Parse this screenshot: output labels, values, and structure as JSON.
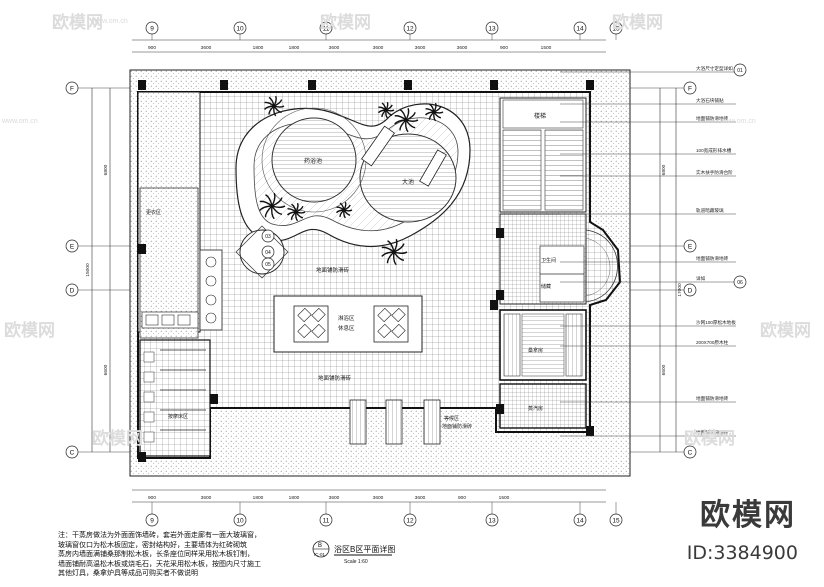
{
  "drawing": {
    "title": "浴区B区平面详图",
    "scale": "Scale  1:60",
    "tag_letter": "B",
    "tag_sheet": "IC-01"
  },
  "grid": {
    "cols_top": [
      "9",
      "10",
      "11",
      "12",
      "13",
      "14",
      "15"
    ],
    "rows_left": [
      "F",
      "E",
      "D",
      "C"
    ],
    "top_dims": [
      "900",
      "3600",
      "1800",
      "1800",
      "3600",
      "3600",
      "3600",
      "3600",
      "900",
      "1500"
    ],
    "bottom_dims": [
      "900",
      "3600",
      "1800",
      "1800",
      "3600",
      "3600",
      "3600",
      "900",
      "1500"
    ],
    "left_dims": [
      "6800",
      "6600"
    ],
    "left_total": "15000",
    "right_dims": [
      "6800",
      "6600"
    ],
    "right_total": "17000"
  },
  "rooms": {
    "pool_west": "药浴池",
    "pool_main": "大池",
    "stairs": "楼梯",
    "steam": "蒸汽房",
    "center": "地面铺防滑砖",
    "shower_area": "淋浴区",
    "rest": "休息区",
    "massage_area": "按摩床区",
    "toilet": "卫生间",
    "storage": "储藏",
    "sauna": "桑拿房",
    "corridor": "地面铺防滑砖",
    "west_area": "更衣区",
    "wait": "等候区",
    "tile_note": "地面铺防滑砖"
  },
  "right_callouts": [
    "大浴尺寸定型详如",
    "大浴石块铺贴",
    "地面铺防滑地砖",
    "100宽成形排水槽",
    "实木扶手防滑台阶",
    "轨道暗藏玻璃",
    "地面铺防滑地砖",
    "详如",
    "沙网100厚松木地板",
    "200X700原木柱",
    "地面铺防滑地砖",
    "地面铺防滑地砖"
  ],
  "detail_tags": [
    "01",
    "03",
    "04",
    "05",
    "06"
  ],
  "notes": [
    "注：干蒸房做法为外面面饰墙砖，套岩外面走廊有一面大玻璃窗，",
    "    玻璃窗仅口为松木板固定，密封结构好，主要墙体为红砖砌筑",
    "    蒸房内墙面满铺桑那制松木板，长条座位同样采用松木板钉制，",
    "    墙面铺耐高温松木板或烧毛石，天花采用松木板，按图内尺寸施工",
    "    其他灯具，桑拿炉具等成品可购买者不做说明"
  ],
  "watermark": {
    "brand": "欧模网",
    "id": "ID:3384900",
    "logo": "欧模网",
    "site": "www.om.cn"
  }
}
